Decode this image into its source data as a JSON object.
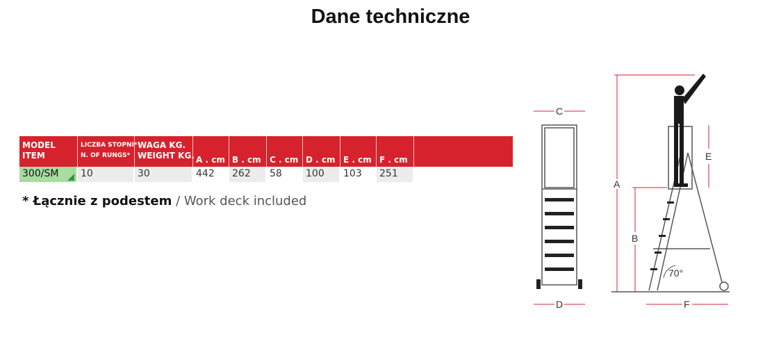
{
  "title": "Dane techniczne",
  "table": {
    "headers": [
      {
        "l1": "MODEL",
        "l2": "ITEM"
      },
      {
        "l1": "LICZBA STOPNI*",
        "l2": "N. OF RUNGS*"
      },
      {
        "l1": "WAGA KG.",
        "l2": "WEIGHT KG."
      },
      {
        "l1": "",
        "l2": "A . cm"
      },
      {
        "l1": "",
        "l2": "B . cm"
      },
      {
        "l1": "",
        "l2": "C . cm"
      },
      {
        "l1": "",
        "l2": "D . cm"
      },
      {
        "l1": "",
        "l2": "E . cm"
      },
      {
        "l1": "",
        "l2": "F . cm"
      },
      {
        "l1": "",
        "l2": ""
      }
    ],
    "row": [
      "300/SM",
      "10",
      "30",
      "442",
      "262",
      "58",
      "100",
      "103",
      "251",
      ""
    ]
  },
  "note": {
    "bold": "* Łącznie z podestem",
    "rest": " / Work deck included"
  },
  "diagram": {
    "labels": {
      "c": "C",
      "d": "D",
      "a": "A",
      "b": "B",
      "e": "E",
      "f": "F",
      "angle": "70°"
    }
  },
  "colors": {
    "header_red": "#d6222c",
    "model_green": "#a8dca0",
    "row_grey": "#ececec"
  }
}
